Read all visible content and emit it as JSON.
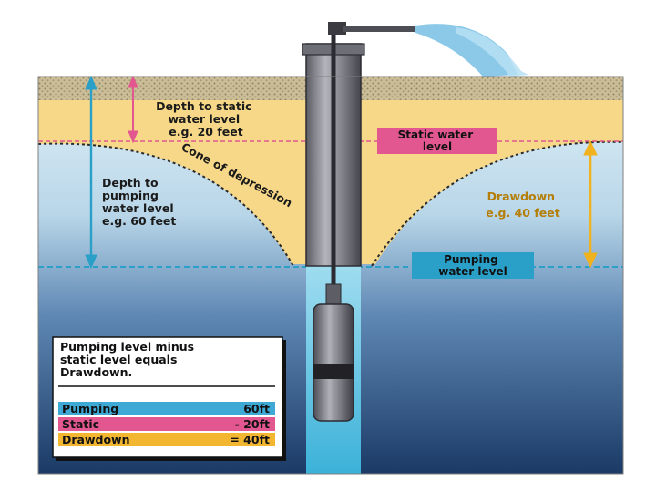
{
  "labels": {
    "depth_static": [
      "Depth to static",
      "water level",
      "e.g. 20 feet"
    ],
    "depth_pumping": [
      "Depth to",
      "pumping",
      "water level",
      "e.g. 60 feet"
    ],
    "static_water_level": [
      "Static water",
      "level"
    ],
    "drawdown": [
      "Drawdown",
      "e.g. 40 feet"
    ],
    "pumping_water_level": [
      "Pumping",
      "water level"
    ],
    "cone": "Cone of depression"
  },
  "legend": {
    "summary": [
      "Pumping level minus",
      "static level equals",
      "Drawdown."
    ],
    "rows": [
      {
        "label": "Pumping",
        "value": "60ft",
        "color": "#3fa9d6"
      },
      {
        "label": "Static",
        "value": "- 20ft",
        "color": "#e2578f"
      },
      {
        "label": "Drawdown",
        "value": "= 40ft",
        "color": "#f2b630"
      }
    ]
  },
  "colors": {
    "sand": "#f6d888",
    "ground": "#c9b98f",
    "water_top": "#d8ecf5",
    "water_bottom": "#1b3a66",
    "static_line": "#e2578f",
    "pumping_line": "#2aa0c9",
    "drawdown_arrow": "#f0b21f",
    "well_casing": "#8c8c94"
  }
}
